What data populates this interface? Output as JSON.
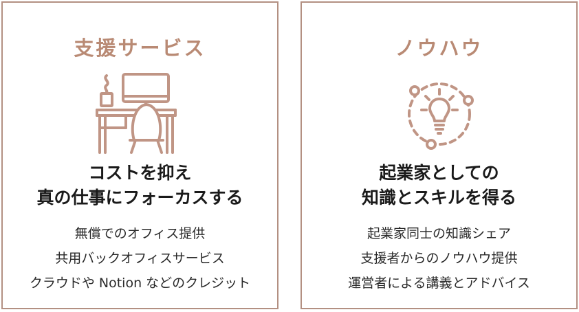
{
  "colors": {
    "border": "#b39082",
    "accent": "#b98a74",
    "icon": "#c09585",
    "headline": "#1a1a1a",
    "body_text": "#2a2a2a"
  },
  "cards": [
    {
      "title": "支援サービス",
      "icon": "desk-computer-icon",
      "headline": [
        "コストを抑え",
        "真の仕事にフォーカスする"
      ],
      "items": [
        "無償でのオフィス提供",
        "共用バックオフィスサービス",
        "クラウドや Notion などのクレジット"
      ]
    },
    {
      "title": "ノウハウ",
      "icon": "lightbulb-network-icon",
      "headline": [
        "起業家としての",
        "知識とスキルを得る"
      ],
      "items": [
        "起業家同士の知識シェア",
        "支援者からのノウハウ提供",
        "運営者による講義とアドバイス"
      ]
    }
  ]
}
